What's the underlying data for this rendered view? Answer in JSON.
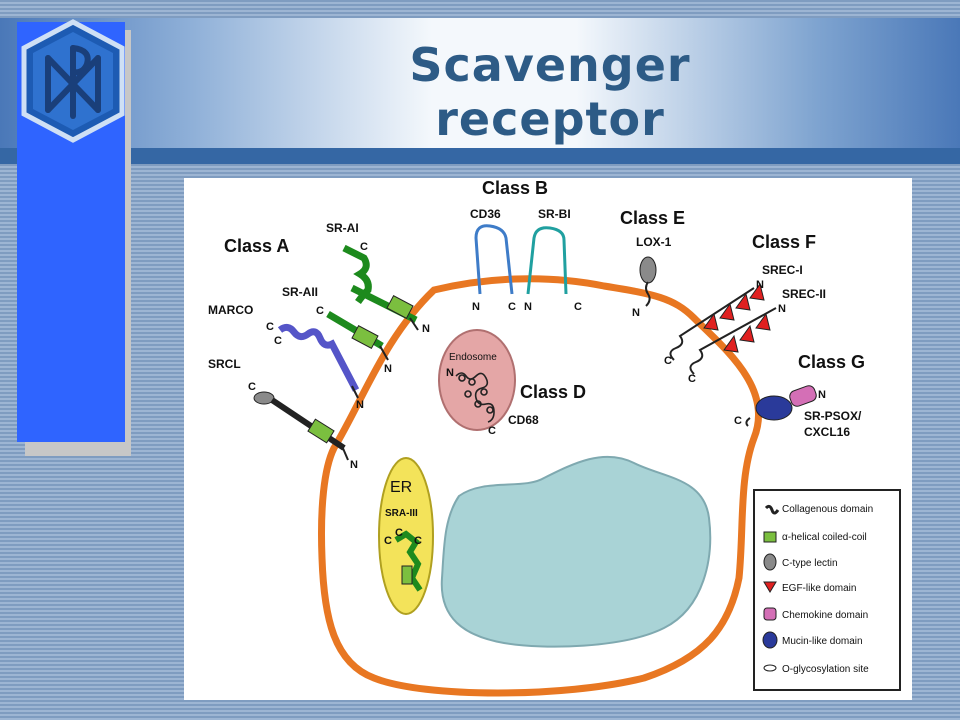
{
  "slide": {
    "title": "Scavenger receptor"
  },
  "diagram": {
    "classes": {
      "a": "Class A",
      "b": "Class B",
      "d": "Class D",
      "e": "Class E",
      "f": "Class F",
      "g": "Class G"
    },
    "receptors": {
      "sr_ai": "SR-AI",
      "sr_aii": "SR-AII",
      "marco": "MARCO",
      "srcl": "SRCL",
      "cd36": "CD36",
      "sr_bi": "SR-BI",
      "lox1": "LOX-1",
      "srec_i": "SREC-I",
      "srec_ii": "SREC-II",
      "sr_psox": "SR-PSOX/",
      "cxcl16": "CXCL16",
      "cd68": "CD68",
      "sra_iii": "SRA-III"
    },
    "compartments": {
      "endosome": "Endosome",
      "er": "ER"
    },
    "termini": {
      "n": "N",
      "c": "C"
    },
    "legend": [
      "Collagenous domain",
      "α-helical coiled-coil",
      "C-type lectin",
      "EGF-like domain",
      "Chemokine domain",
      "Mucin-like domain",
      "O-glycosylation site"
    ],
    "colors": {
      "membrane": "#e87722",
      "nucleus": "#a9d3d6",
      "endosome": "#e4a6a6",
      "er": "#f3e35a",
      "coiled_coil": "#7bbf3f",
      "lectin": "#8a8a8a",
      "egf": "#e02020",
      "chemokine": "#d46fb6",
      "mucin": "#2a3a9a",
      "cd36": "#3e7cc8",
      "sr_bi": "#20a0a0",
      "sr_ai_alpha": "#2aa02a",
      "marco": "#5555c8"
    }
  }
}
